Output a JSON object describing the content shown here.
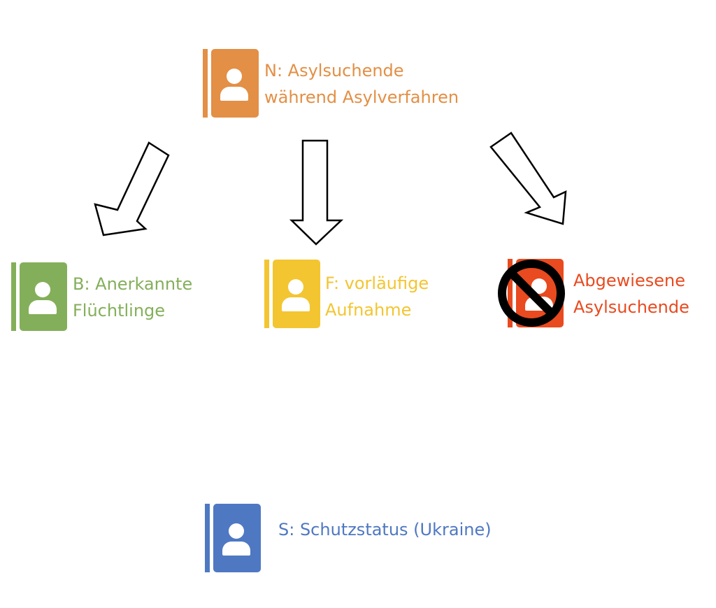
{
  "nodes": {
    "n": {
      "line1": "N: Asylsuchende",
      "line2": "während Asylverfahren",
      "color": "#E38F45"
    },
    "b": {
      "line1": "B: Anerkannte",
      "line2": "Flüchtlinge",
      "color": "#84AF5A"
    },
    "f": {
      "line1": "F: vorläufige",
      "line2": "Aufnahme",
      "color": "#F3C530"
    },
    "r": {
      "line1": "Abgewiesene",
      "line2": "Asylsuchende",
      "color": "#E94A1F"
    },
    "s": {
      "line1": "S: Schutzstatus (Ukraine)",
      "color": "#4F78C2"
    }
  },
  "icons": {
    "person": "person-book-icon",
    "prohibited": "prohibited-icon",
    "arrow": "arrow-icon"
  }
}
